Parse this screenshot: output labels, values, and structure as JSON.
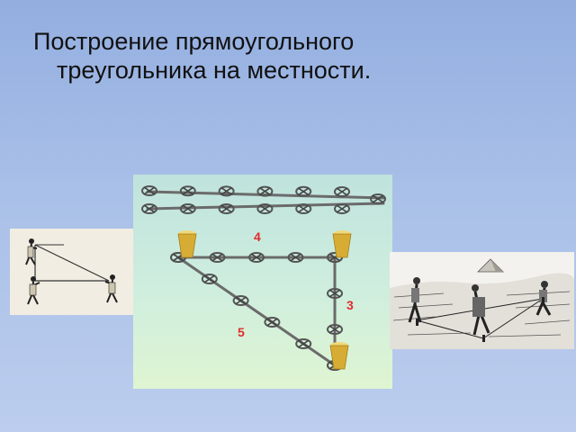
{
  "slide": {
    "title_line1": "Построение прямоугольного",
    "title_line2": "треугольника на местности."
  },
  "diagram": {
    "side_top": "4",
    "side_right": "3",
    "side_hyp": "5",
    "label_color": "#e12b2b",
    "rope_color": "#6b6b6b",
    "peg_color": "#d9b23a"
  },
  "icons": {
    "left_illustration": "rope-stretchers-sketch",
    "right_illustration": "egyptian-surveyors-engraving"
  }
}
